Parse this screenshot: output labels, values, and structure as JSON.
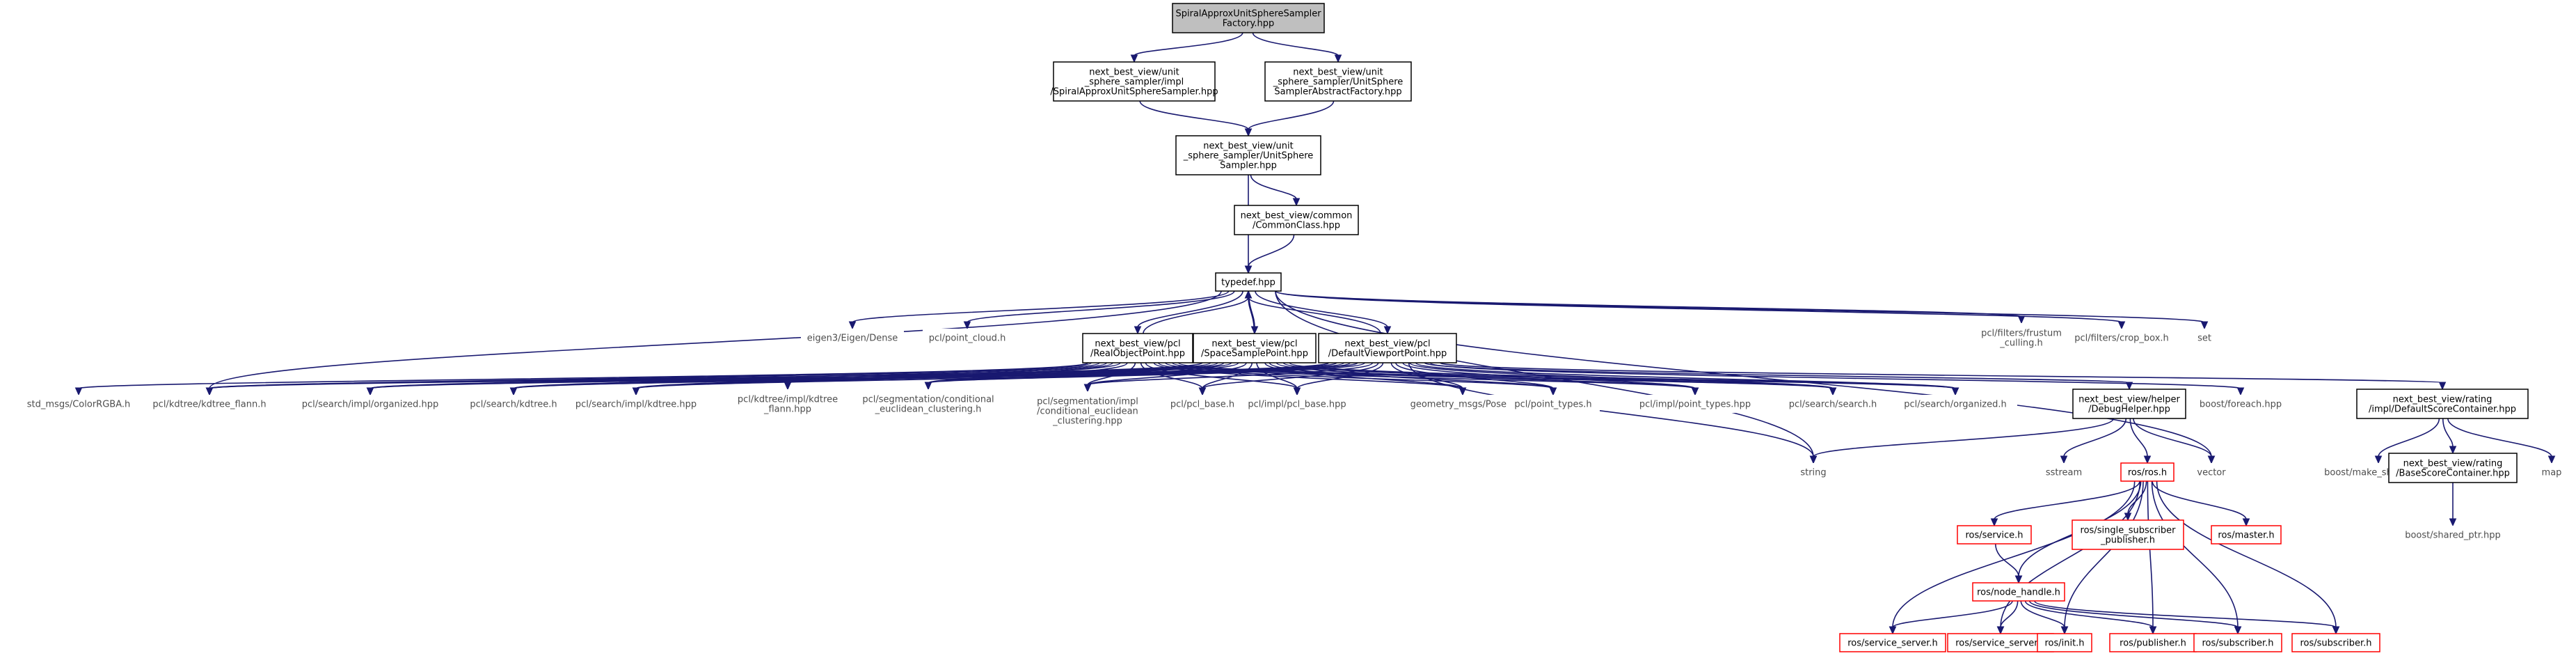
{
  "diagram": {
    "title": "",
    "colors": {
      "edge": "#191970",
      "border": "#000000",
      "red_border": "#ff0000",
      "gray_text": "#4d4d4d",
      "root_fill": "#bfbfbf"
    },
    "nodes": [
      {
        "id": "root",
        "lines": [
          "SpiralApproxUnitSphereSampler",
          "Factory.hpp"
        ],
        "style": "root"
      },
      {
        "id": "spiral",
        "lines": [
          "next_best_view/unit",
          "_sphere_sampler/impl",
          "/SpiralApproxUnitSphereSampler.hpp"
        ],
        "style": "box"
      },
      {
        "id": "absfact",
        "lines": [
          "next_best_view/unit",
          "_sphere_sampler/UnitSphere",
          "SamplerAbstractFactory.hpp"
        ],
        "style": "box"
      },
      {
        "id": "uss",
        "lines": [
          "next_best_view/unit",
          "_sphere_sampler/UnitSphere",
          "Sampler.hpp"
        ],
        "style": "box"
      },
      {
        "id": "common",
        "lines": [
          "next_best_view/common",
          "/CommonClass.hpp"
        ],
        "style": "box"
      },
      {
        "id": "typedef",
        "lines": [
          "typedef.hpp"
        ],
        "style": "box"
      },
      {
        "id": "eigen",
        "lines": [
          "eigen3/Eigen/Dense"
        ],
        "style": "gray"
      },
      {
        "id": "pointcloud",
        "lines": [
          "pcl/point_cloud.h"
        ],
        "style": "gray"
      },
      {
        "id": "realobj",
        "lines": [
          "next_best_view/pcl",
          "/RealObjectPoint.hpp"
        ],
        "style": "box"
      },
      {
        "id": "spacesample",
        "lines": [
          "next_best_view/pcl",
          "/SpaceSamplePoint.hpp"
        ],
        "style": "box"
      },
      {
        "id": "defvp",
        "lines": [
          "next_best_view/pcl",
          "/DefaultViewportPoint.hpp"
        ],
        "style": "box"
      },
      {
        "id": "frustum",
        "lines": [
          "pcl/filters/frustum",
          "_culling.h"
        ],
        "style": "gray"
      },
      {
        "id": "cropbox",
        "lines": [
          "pcl/filters/crop_box.h"
        ],
        "style": "gray"
      },
      {
        "id": "set",
        "lines": [
          "set"
        ],
        "style": "gray"
      },
      {
        "id": "colorrgba",
        "lines": [
          "std_msgs/ColorRGBA.h"
        ],
        "style": "gray"
      },
      {
        "id": "kdflann",
        "lines": [
          "pcl/kdtree/kdtree_flann.h"
        ],
        "style": "gray"
      },
      {
        "id": "orgimpl",
        "lines": [
          "pcl/search/impl/organized.hpp"
        ],
        "style": "gray"
      },
      {
        "id": "searchkd",
        "lines": [
          "pcl/search/kdtree.h"
        ],
        "style": "gray"
      },
      {
        "id": "kdimpl",
        "lines": [
          "pcl/search/impl/kdtree.hpp"
        ],
        "style": "gray"
      },
      {
        "id": "kdflannimpl",
        "lines": [
          "pcl/kdtree/impl/kdtree",
          "_flann.hpp"
        ],
        "style": "gray"
      },
      {
        "id": "segcond",
        "lines": [
          "pcl/segmentation/conditional",
          "_euclidean_clustering.h"
        ],
        "style": "gray"
      },
      {
        "id": "segcondimpl",
        "lines": [
          "pcl/segmentation/impl",
          "/conditional_euclidean",
          "_clustering.hpp"
        ],
        "style": "gray"
      },
      {
        "id": "pclbase",
        "lines": [
          "pcl/pcl_base.h"
        ],
        "style": "gray"
      },
      {
        "id": "pclbaseimpl",
        "lines": [
          "pcl/impl/pcl_base.hpp"
        ],
        "style": "gray"
      },
      {
        "id": "pose",
        "lines": [
          "geometry_msgs/Pose.h"
        ],
        "style": "gray"
      },
      {
        "id": "pointtypes",
        "lines": [
          "pcl/point_types.h"
        ],
        "style": "gray"
      },
      {
        "id": "pointtypesimpl",
        "lines": [
          "pcl/impl/point_types.hpp"
        ],
        "style": "gray"
      },
      {
        "id": "search",
        "lines": [
          "pcl/search/search.h"
        ],
        "style": "gray"
      },
      {
        "id": "organized",
        "lines": [
          "pcl/search/organized.h"
        ],
        "style": "gray"
      },
      {
        "id": "debughelper",
        "lines": [
          "next_best_view/helper",
          "/DebugHelper.hpp"
        ],
        "style": "box"
      },
      {
        "id": "foreach",
        "lines": [
          "boost/foreach.hpp"
        ],
        "style": "gray"
      },
      {
        "id": "defscore",
        "lines": [
          "next_best_view/rating",
          "/impl/DefaultScoreContainer.hpp"
        ],
        "style": "box"
      },
      {
        "id": "string",
        "lines": [
          "string"
        ],
        "style": "gray"
      },
      {
        "id": "sstream",
        "lines": [
          "sstream"
        ],
        "style": "gray"
      },
      {
        "id": "rosh",
        "lines": [
          "ros/ros.h"
        ],
        "style": "red"
      },
      {
        "id": "vector",
        "lines": [
          "vector"
        ],
        "style": "gray"
      },
      {
        "id": "makeshared",
        "lines": [
          "boost/make_shared.hpp"
        ],
        "style": "gray"
      },
      {
        "id": "map",
        "lines": [
          "map"
        ],
        "style": "gray"
      },
      {
        "id": "basescore",
        "lines": [
          "next_best_view/rating",
          "/BaseScoreContainer.hpp"
        ],
        "style": "box"
      },
      {
        "id": "sharedptr",
        "lines": [
          "boost/shared_ptr.hpp"
        ],
        "style": "gray"
      },
      {
        "id": "rosservice",
        "lines": [
          "ros/service.h"
        ],
        "style": "red"
      },
      {
        "id": "singlesub",
        "lines": [
          "ros/single_subscriber",
          "_publisher.h"
        ],
        "style": "red"
      },
      {
        "id": "rosmaster",
        "lines": [
          "ros/master.h"
        ],
        "style": "red"
      },
      {
        "id": "nodehandle",
        "lines": [
          "ros/node_handle.h"
        ],
        "style": "red"
      },
      {
        "id": "srvserver1",
        "lines": [
          "ros/service_server.h"
        ],
        "style": "red"
      },
      {
        "id": "srvserver2",
        "lines": [
          "ros/service_server.h"
        ],
        "style": "red"
      },
      {
        "id": "rosinit",
        "lines": [
          "ros/init.h"
        ],
        "style": "red"
      },
      {
        "id": "publisher",
        "lines": [
          "ros/publisher.h"
        ],
        "style": "red"
      },
      {
        "id": "subscriber1",
        "lines": [
          "ros/subscriber.h"
        ],
        "style": "red"
      },
      {
        "id": "subscriber2",
        "lines": [
          "ros/subscriber.h"
        ],
        "style": "red"
      }
    ],
    "edges": [
      [
        "root",
        "spiral"
      ],
      [
        "root",
        "absfact"
      ],
      [
        "spiral",
        "uss"
      ],
      [
        "absfact",
        "uss"
      ],
      [
        "uss",
        "common"
      ],
      [
        "uss",
        "typedef"
      ],
      [
        "common",
        "typedef"
      ],
      [
        "typedef",
        "eigen"
      ],
      [
        "typedef",
        "pointcloud"
      ],
      [
        "typedef",
        "realobj"
      ],
      [
        "typedef",
        "spacesample"
      ],
      [
        "typedef",
        "defvp"
      ],
      [
        "typedef",
        "frustum"
      ],
      [
        "typedef",
        "cropbox"
      ],
      [
        "typedef",
        "set"
      ],
      [
        "typedef",
        "vector"
      ],
      [
        "typedef",
        "kdflann"
      ],
      [
        "typedef",
        "string"
      ],
      [
        "realobj",
        "typedef"
      ],
      [
        "spacesample",
        "typedef"
      ],
      [
        "defvp",
        "typedef"
      ],
      [
        "realobj",
        "colorrgba"
      ],
      [
        "realobj",
        "kdflann"
      ],
      [
        "realobj",
        "orgimpl"
      ],
      [
        "realobj",
        "searchkd"
      ],
      [
        "realobj",
        "kdimpl"
      ],
      [
        "realobj",
        "kdflannimpl"
      ],
      [
        "realobj",
        "segcond"
      ],
      [
        "realobj",
        "segcondimpl"
      ],
      [
        "realobj",
        "pclbase"
      ],
      [
        "realobj",
        "pclbaseimpl"
      ],
      [
        "realobj",
        "pose"
      ],
      [
        "realobj",
        "pointtypes"
      ],
      [
        "realobj",
        "pointtypesimpl"
      ],
      [
        "realobj",
        "search"
      ],
      [
        "realobj",
        "organized"
      ],
      [
        "spacesample",
        "kdflann"
      ],
      [
        "spacesample",
        "orgimpl"
      ],
      [
        "spacesample",
        "searchkd"
      ],
      [
        "spacesample",
        "kdimpl"
      ],
      [
        "spacesample",
        "kdflannimpl"
      ],
      [
        "spacesample",
        "segcond"
      ],
      [
        "spacesample",
        "segcondimpl"
      ],
      [
        "spacesample",
        "pclbase"
      ],
      [
        "spacesample",
        "pclbaseimpl"
      ],
      [
        "spacesample",
        "pose"
      ],
      [
        "spacesample",
        "pointtypes"
      ],
      [
        "spacesample",
        "pointtypesimpl"
      ],
      [
        "spacesample",
        "search"
      ],
      [
        "spacesample",
        "organized"
      ],
      [
        "defvp",
        "kdflann"
      ],
      [
        "defvp",
        "orgimpl"
      ],
      [
        "defvp",
        "searchkd"
      ],
      [
        "defvp",
        "kdimpl"
      ],
      [
        "defvp",
        "kdflannimpl"
      ],
      [
        "defvp",
        "segcond"
      ],
      [
        "defvp",
        "segcondimpl"
      ],
      [
        "defvp",
        "pclbase"
      ],
      [
        "defvp",
        "pclbaseimpl"
      ],
      [
        "defvp",
        "pose"
      ],
      [
        "defvp",
        "pointtypes"
      ],
      [
        "defvp",
        "pointtypesimpl"
      ],
      [
        "defvp",
        "search"
      ],
      [
        "defvp",
        "organized"
      ],
      [
        "defvp",
        "debughelper"
      ],
      [
        "defvp",
        "foreach"
      ],
      [
        "defvp",
        "defscore"
      ],
      [
        "defvp",
        "string"
      ],
      [
        "debughelper",
        "string"
      ],
      [
        "debughelper",
        "sstream"
      ],
      [
        "debughelper",
        "rosh"
      ],
      [
        "debughelper",
        "vector"
      ],
      [
        "defscore",
        "makeshared"
      ],
      [
        "defscore",
        "map"
      ],
      [
        "defscore",
        "basescore"
      ],
      [
        "basescore",
        "sharedptr"
      ],
      [
        "rosh",
        "rosservice"
      ],
      [
        "rosh",
        "singlesub"
      ],
      [
        "rosh",
        "rosmaster"
      ],
      [
        "rosh",
        "nodehandle"
      ],
      [
        "rosh",
        "srvserver1"
      ],
      [
        "rosh",
        "srvserver2"
      ],
      [
        "rosh",
        "rosinit"
      ],
      [
        "rosh",
        "publisher"
      ],
      [
        "rosh",
        "subscriber1"
      ],
      [
        "rosh",
        "subscriber2"
      ],
      [
        "rosservice",
        "nodehandle"
      ],
      [
        "nodehandle",
        "srvserver1"
      ],
      [
        "nodehandle",
        "srvserver2"
      ],
      [
        "nodehandle",
        "rosinit"
      ],
      [
        "nodehandle",
        "publisher"
      ],
      [
        "nodehandle",
        "subscriber1"
      ],
      [
        "nodehandle",
        "subscriber2"
      ]
    ]
  }
}
